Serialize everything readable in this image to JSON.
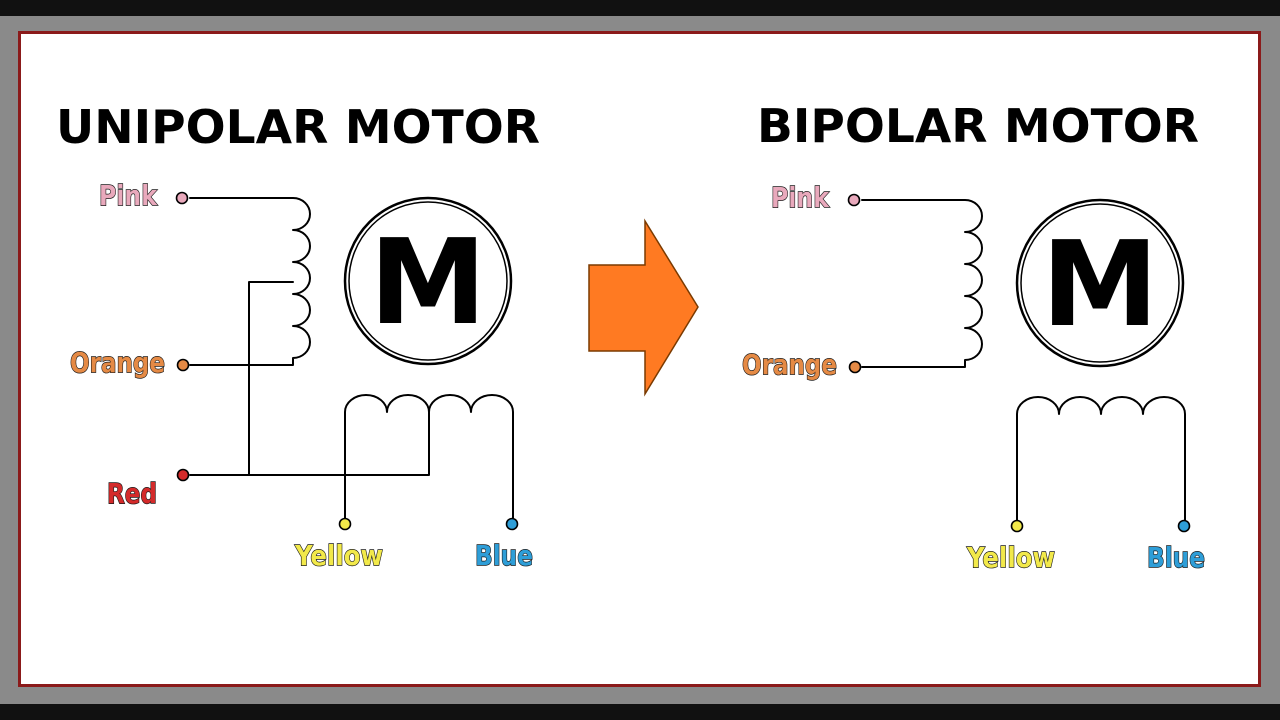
{
  "unipolar": {
    "title": "UNIPOLAR MOTOR",
    "motor_letter": "M",
    "wires": {
      "pink": {
        "label": "Pink",
        "color": "#E9A9BC"
      },
      "orange": {
        "label": "Orange",
        "color": "#E58A45"
      },
      "red": {
        "label": "Red",
        "color": "#D42A2A"
      },
      "yellow": {
        "label": "Yellow",
        "color": "#F2E94A"
      },
      "blue": {
        "label": "Blue",
        "color": "#2E9ED8"
      }
    }
  },
  "bipolar": {
    "title": "BIPOLAR MOTOR",
    "motor_letter": "M",
    "wires": {
      "pink": {
        "label": "Pink",
        "color": "#E9A9BC"
      },
      "orange": {
        "label": "Orange",
        "color": "#E58A45"
      },
      "yellow": {
        "label": "Yellow",
        "color": "#F2E94A"
      },
      "blue": {
        "label": "Blue",
        "color": "#2E9ED8"
      }
    }
  },
  "arrow": {
    "color": "#FF7A22",
    "icon": "right-arrow-icon"
  },
  "frame": {
    "outer_color": "#8A8A8A",
    "border_color": "#8B1A1A",
    "panel_color": "#FFFFFF"
  }
}
